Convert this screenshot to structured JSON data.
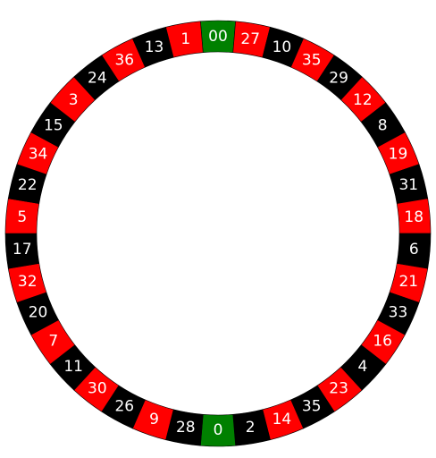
{
  "wheel": {
    "pockets": [
      {
        "label": "00",
        "color": "green"
      },
      {
        "label": "27",
        "color": "red"
      },
      {
        "label": "10",
        "color": "black"
      },
      {
        "label": "35",
        "color": "red"
      },
      {
        "label": "29",
        "color": "black"
      },
      {
        "label": "12",
        "color": "red"
      },
      {
        "label": "8",
        "color": "black"
      },
      {
        "label": "19",
        "color": "red"
      },
      {
        "label": "31",
        "color": "black"
      },
      {
        "label": "18",
        "color": "red"
      },
      {
        "label": "6",
        "color": "black"
      },
      {
        "label": "21",
        "color": "red"
      },
      {
        "label": "33",
        "color": "black"
      },
      {
        "label": "16",
        "color": "red"
      },
      {
        "label": "4",
        "color": "black"
      },
      {
        "label": "23",
        "color": "red"
      },
      {
        "label": "35",
        "color": "black"
      },
      {
        "label": "14",
        "color": "red"
      },
      {
        "label": "2",
        "color": "black"
      },
      {
        "label": "0",
        "color": "green"
      },
      {
        "label": "28",
        "color": "black"
      },
      {
        "label": "9",
        "color": "red"
      },
      {
        "label": "26",
        "color": "black"
      },
      {
        "label": "30",
        "color": "red"
      },
      {
        "label": "11",
        "color": "black"
      },
      {
        "label": "7",
        "color": "red"
      },
      {
        "label": "20",
        "color": "black"
      },
      {
        "label": "32",
        "color": "red"
      },
      {
        "label": "17",
        "color": "black"
      },
      {
        "label": "5",
        "color": "red"
      },
      {
        "label": "22",
        "color": "black"
      },
      {
        "label": "34",
        "color": "red"
      },
      {
        "label": "15",
        "color": "black"
      },
      {
        "label": "3",
        "color": "red"
      },
      {
        "label": "24",
        "color": "black"
      },
      {
        "label": "36",
        "color": "red"
      },
      {
        "label": "13",
        "color": "black"
      },
      {
        "label": "1",
        "color": "red"
      }
    ],
    "colors": {
      "red": "#ff0000",
      "black": "#000000",
      "green": "#008000"
    }
  }
}
